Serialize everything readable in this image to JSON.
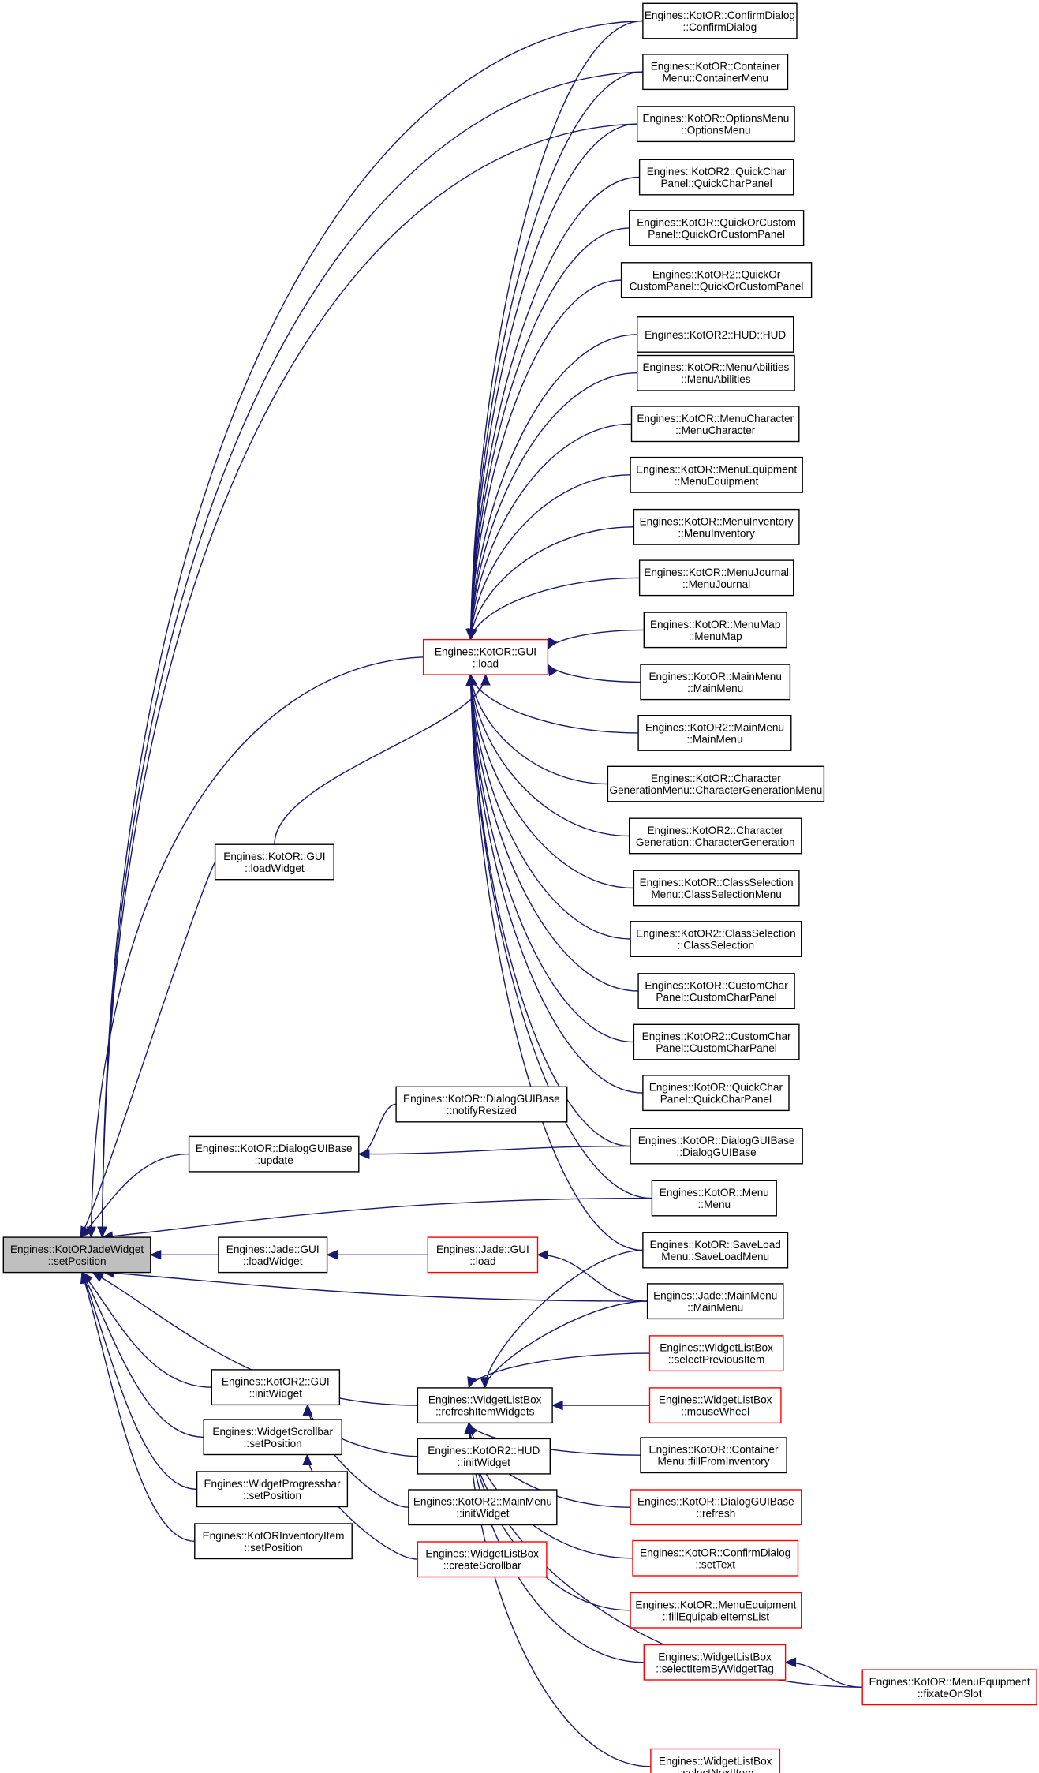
{
  "colors": {
    "edge": "#191970",
    "border_normal": "#000000",
    "border_truncated": "#ff0000",
    "root_fill": "#bfbfbf",
    "fill": "#ffffff"
  },
  "nodes": [
    {
      "id": "root",
      "lines": [
        "Engines::KotORJadeWidget",
        "::setPosition"
      ],
      "style": "root"
    },
    {
      "id": "confirm",
      "lines": [
        "Engines::KotOR::ConfirmDialog",
        "::ConfirmDialog"
      ],
      "style": "normal"
    },
    {
      "id": "container",
      "lines": [
        "Engines::KotOR::Container",
        "Menu::ContainerMenu"
      ],
      "style": "normal"
    },
    {
      "id": "options",
      "lines": [
        "Engines::KotOR::OptionsMenu",
        "::OptionsMenu"
      ],
      "style": "normal"
    },
    {
      "id": "qcp2",
      "lines": [
        "Engines::KotOR2::QuickChar",
        "Panel::QuickCharPanel"
      ],
      "style": "normal"
    },
    {
      "id": "qoc",
      "lines": [
        "Engines::KotOR::QuickOrCustom",
        "Panel::QuickOrCustomPanel"
      ],
      "style": "normal"
    },
    {
      "id": "qoc2",
      "lines": [
        "Engines::KotOR2::QuickOr",
        "CustomPanel::QuickOrCustomPanel"
      ],
      "style": "normal"
    },
    {
      "id": "hud2",
      "lines": [
        "Engines::KotOR2::HUD::HUD"
      ],
      "style": "normal"
    },
    {
      "id": "abil",
      "lines": [
        "Engines::KotOR::MenuAbilities",
        "::MenuAbilities"
      ],
      "style": "normal"
    },
    {
      "id": "char",
      "lines": [
        "Engines::KotOR::MenuCharacter",
        "::MenuCharacter"
      ],
      "style": "normal"
    },
    {
      "id": "equip",
      "lines": [
        "Engines::KotOR::MenuEquipment",
        "::MenuEquipment"
      ],
      "style": "normal"
    },
    {
      "id": "inv",
      "lines": [
        "Engines::KotOR::MenuInventory",
        "::MenuInventory"
      ],
      "style": "normal"
    },
    {
      "id": "journal",
      "lines": [
        "Engines::KotOR::MenuJournal",
        "::MenuJournal"
      ],
      "style": "normal"
    },
    {
      "id": "map",
      "lines": [
        "Engines::KotOR::MenuMap",
        "::MenuMap"
      ],
      "style": "normal"
    },
    {
      "id": "mainmenu",
      "lines": [
        "Engines::KotOR::MainMenu",
        "::MainMenu"
      ],
      "style": "normal"
    },
    {
      "id": "mainmenu2",
      "lines": [
        "Engines::KotOR2::MainMenu",
        "::MainMenu"
      ],
      "style": "normal"
    },
    {
      "id": "chargen",
      "lines": [
        "Engines::KotOR::Character",
        "GenerationMenu::CharacterGenerationMenu"
      ],
      "style": "normal"
    },
    {
      "id": "chargen2",
      "lines": [
        "Engines::KotOR2::Character",
        "Generation::CharacterGeneration"
      ],
      "style": "normal"
    },
    {
      "id": "classsel",
      "lines": [
        "Engines::KotOR::ClassSelection",
        "Menu::ClassSelectionMenu"
      ],
      "style": "normal"
    },
    {
      "id": "classsel2",
      "lines": [
        "Engines::KotOR2::ClassSelection",
        "::ClassSelection"
      ],
      "style": "normal"
    },
    {
      "id": "ccp",
      "lines": [
        "Engines::KotOR::CustomChar",
        "Panel::CustomCharPanel"
      ],
      "style": "normal"
    },
    {
      "id": "ccp2",
      "lines": [
        "Engines::KotOR2::CustomChar",
        "Panel::CustomCharPanel"
      ],
      "style": "normal"
    },
    {
      "id": "qcp",
      "lines": [
        "Engines::KotOR::QuickChar",
        "Panel::QuickCharPanel"
      ],
      "style": "normal"
    },
    {
      "id": "dlgbase",
      "lines": [
        "Engines::KotOR::DialogGUIBase",
        "::DialogGUIBase"
      ],
      "style": "normal"
    },
    {
      "id": "menu",
      "lines": [
        "Engines::KotOR::Menu",
        "::Menu"
      ],
      "style": "normal"
    },
    {
      "id": "saveload",
      "lines": [
        "Engines::KotOR::SaveLoad",
        "Menu::SaveLoadMenu"
      ],
      "style": "normal"
    },
    {
      "id": "jademain",
      "lines": [
        "Engines::Jade::MainMenu",
        "::MainMenu"
      ],
      "style": "normal"
    },
    {
      "id": "guiload",
      "lines": [
        "Engines::KotOR::GUI",
        "::load"
      ],
      "style": "truncated"
    },
    {
      "id": "guiloadwidget",
      "lines": [
        "Engines::KotOR::GUI",
        "::loadWidget"
      ],
      "style": "normal"
    },
    {
      "id": "notify",
      "lines": [
        "Engines::KotOR::DialogGUIBase",
        "::notifyResized"
      ],
      "style": "normal"
    },
    {
      "id": "dlgupdate",
      "lines": [
        "Engines::KotOR::DialogGUIBase",
        "::update"
      ],
      "style": "normal"
    },
    {
      "id": "jadeloadwidget",
      "lines": [
        "Engines::Jade::GUI",
        "::loadWidget"
      ],
      "style": "normal"
    },
    {
      "id": "jadeload",
      "lines": [
        "Engines::Jade::GUI",
        "::load"
      ],
      "style": "truncated"
    },
    {
      "id": "refresh",
      "lines": [
        "Engines::WidgetListBox",
        "::refreshItemWidgets"
      ],
      "style": "normal"
    },
    {
      "id": "selprev",
      "lines": [
        "Engines::WidgetListBox",
        "::selectPreviousItem"
      ],
      "style": "truncated"
    },
    {
      "id": "wheel",
      "lines": [
        "Engines::WidgetListBox",
        "::mouseWheel"
      ],
      "style": "truncated"
    },
    {
      "id": "fillinv",
      "lines": [
        "Engines::KotOR::Container",
        "Menu::fillFromInventory"
      ],
      "style": "normal"
    },
    {
      "id": "dlgrefresh",
      "lines": [
        "Engines::KotOR::DialogGUIBase",
        "::refresh"
      ],
      "style": "truncated"
    },
    {
      "id": "settext",
      "lines": [
        "Engines::KotOR::ConfirmDialog",
        "::setText"
      ],
      "style": "truncated"
    },
    {
      "id": "fillequip",
      "lines": [
        "Engines::KotOR::MenuEquipment",
        "::fillEquipableItemsList"
      ],
      "style": "truncated"
    },
    {
      "id": "selbytag",
      "lines": [
        "Engines::WidgetListBox",
        "::selectItemByWidgetTag"
      ],
      "style": "truncated"
    },
    {
      "id": "fixate",
      "lines": [
        "Engines::KotOR::MenuEquipment",
        "::fixateOnSlot"
      ],
      "style": "truncated"
    },
    {
      "id": "selnext",
      "lines": [
        "Engines::WidgetListBox",
        "::selectNextItem"
      ],
      "style": "truncated"
    },
    {
      "id": "k2initwidget",
      "lines": [
        "Engines::KotOR2::GUI",
        "::initWidget"
      ],
      "style": "normal"
    },
    {
      "id": "hudinit",
      "lines": [
        "Engines::KotOR2::HUD",
        "::initWidget"
      ],
      "style": "normal"
    },
    {
      "id": "mminit",
      "lines": [
        "Engines::KotOR2::MainMenu",
        "::initWidget"
      ],
      "style": "normal"
    },
    {
      "id": "scrollbar",
      "lines": [
        "Engines::WidgetScrollbar",
        "::setPosition"
      ],
      "style": "normal"
    },
    {
      "id": "createscroll",
      "lines": [
        "Engines::WidgetListBox",
        "::createScrollbar"
      ],
      "style": "truncated"
    },
    {
      "id": "progress",
      "lines": [
        "Engines::WidgetProgressbar",
        "::setPosition"
      ],
      "style": "normal"
    },
    {
      "id": "invitem",
      "lines": [
        "Engines::KotORInventoryItem",
        "::setPosition"
      ],
      "style": "normal"
    }
  ]
}
